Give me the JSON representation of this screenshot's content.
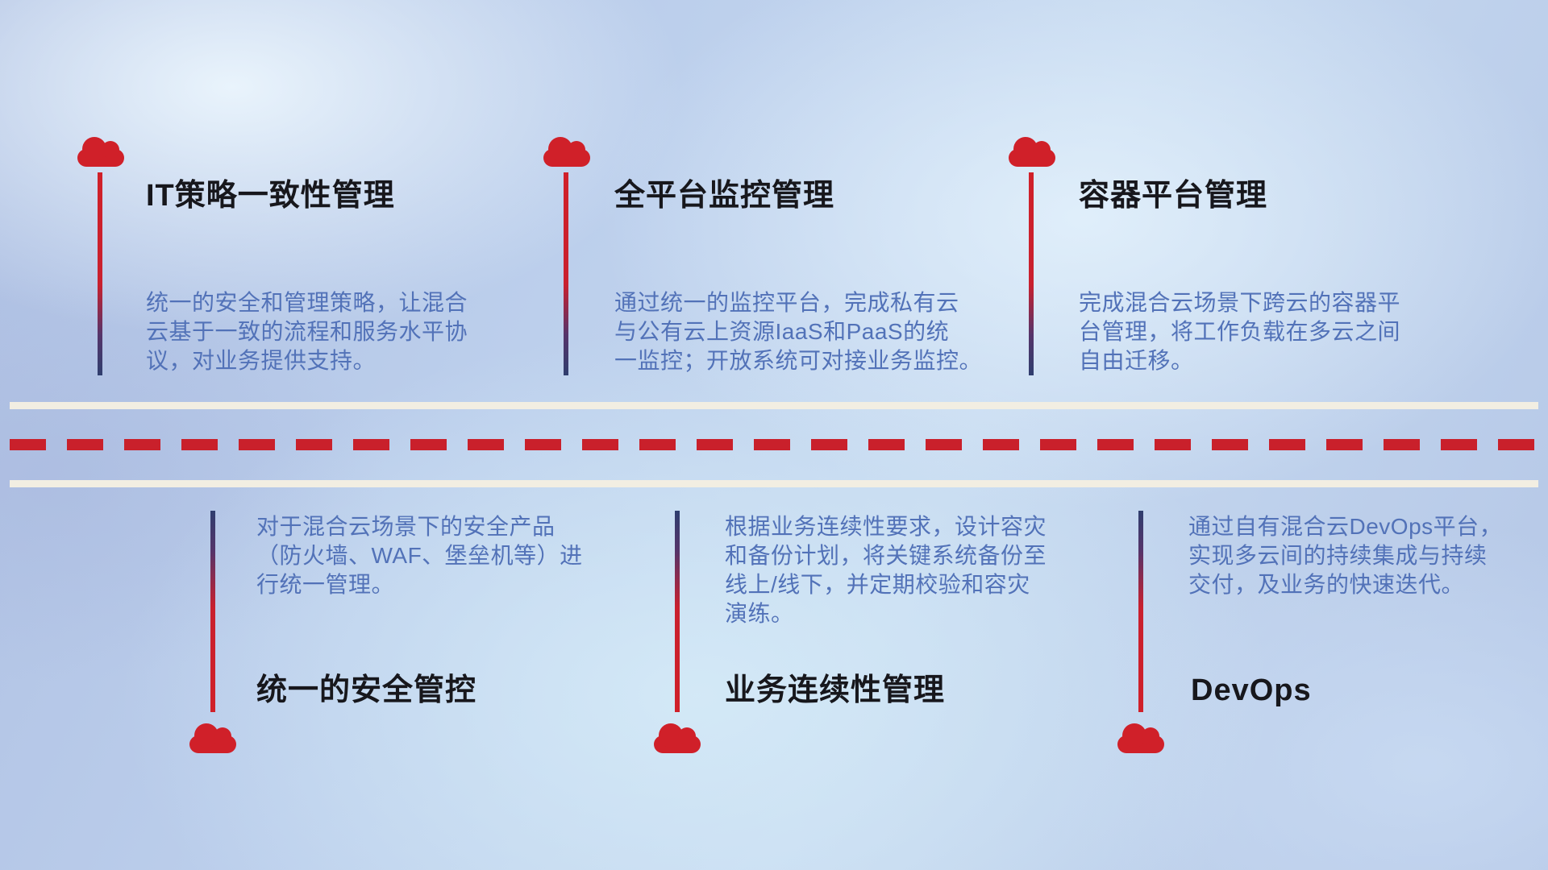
{
  "top_items": [
    {
      "title": "IT策略一致性管理",
      "description": "统一的安全和管理策略，让混合\n云基于一致的流程和服务水平协\n议，对业务提供支持。"
    },
    {
      "title": "全平台监控管理",
      "description": "通过统一的监控平台，完成私有云\n与公有云上资源IaaS和PaaS的统\n一监控；开放系统可对接业务监控。"
    },
    {
      "title": "容器平台管理",
      "description": "完成混合云场景下跨云的容器平\n台管理，将工作负载在多云之间\n自由迁移。"
    }
  ],
  "bottom_items": [
    {
      "title": "统一的安全管控",
      "description": "对于混合云场景下的安全产品\n（防火墙、WAF、堡垒机等）进\n行统一管理。"
    },
    {
      "title": "业务连续性管理",
      "description": "根据业务连续性要求，设计容灾\n和备份计划，将关键系统备份至\n线上/线下，并定期校验和容灾\n演练。"
    },
    {
      "title": "DevOps",
      "description": "通过自有混合云DevOps平台，\n实现多云间的持续集成与持续\n交付，及业务的快速迭代。"
    }
  ],
  "colors": {
    "accent_red": "#d02029",
    "connector_navy": "#2f3e6e",
    "title_text": "#17171c",
    "description_text": "#5272b8",
    "road_line": "#f2eee2",
    "background_blue": "#bccfec"
  }
}
